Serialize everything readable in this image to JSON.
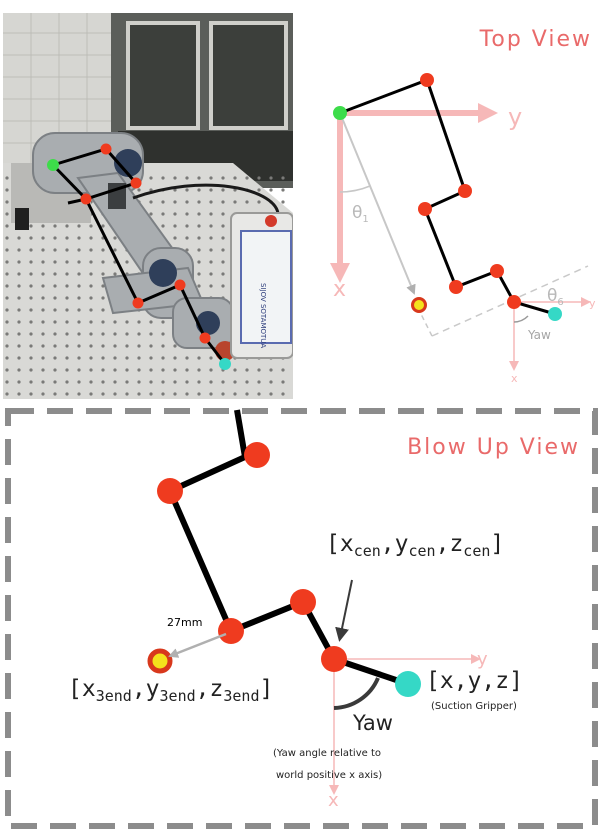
{
  "colors": {
    "title": "#e96a6a",
    "axis": "#f6b8b8",
    "joint": "#ef3b1f",
    "base": "#3ddc4a",
    "gripper": "#35d8c6",
    "end": "#f4e21c",
    "link": "#000000",
    "frame": "#8c8c8c"
  },
  "top_view": {
    "title": "Top View",
    "axis_y": "y",
    "axis_x": "x",
    "theta1": "θ",
    "theta1_sub": "1",
    "theta6": "θ",
    "theta6_sub": "6",
    "yaw": "Yaw",
    "small_x": "x",
    "small_y": "y"
  },
  "blow_up": {
    "title": "Blow Up View",
    "distance": "27mm",
    "cen_open": "[x",
    "cen_x_sub": "cen",
    "cen_y": ",y",
    "cen_y_sub": "cen",
    "cen_z": ",z",
    "cen_z_sub": "cen",
    "cen_close": "]",
    "end_open": "[x",
    "end_x_sub": "3end",
    "end_y": ",y",
    "end_y_sub": "3end",
    "end_z": ",z",
    "end_z_sub": "3end",
    "end_close": "]",
    "xyz": "[x,y,z]",
    "gripper_note": "(Suction Gripper)",
    "yaw": "Yaw",
    "yaw_note_1": "(Yaw angle relative to",
    "yaw_note_2": "world positive x axis)",
    "axis_y": "y",
    "axis_x": "x"
  },
  "photo": {
    "pendant_text": "SIJOV SOTAMOTUA"
  }
}
